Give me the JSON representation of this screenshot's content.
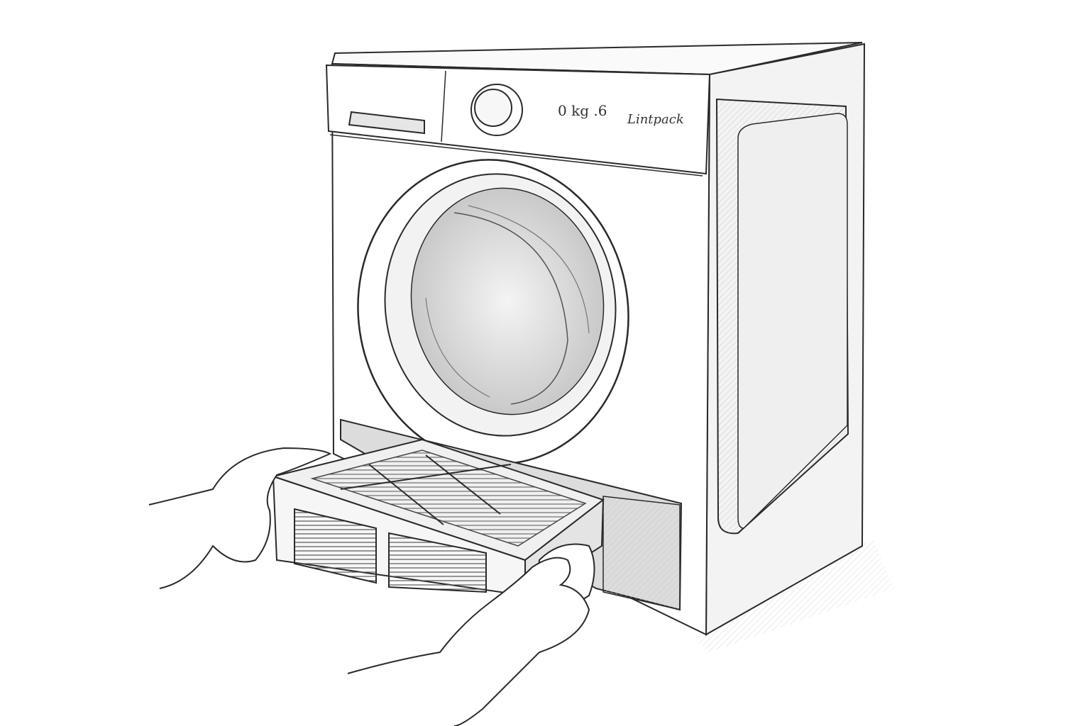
{
  "scene": {
    "description": "Pencil sketch of a front-loading tumble dryer with hands pulling out a lint filter drawer from the bottom",
    "style": "pencil-sketch"
  },
  "control_panel": {
    "display_text": "0 kg .6",
    "brand_text": "Lintpack"
  },
  "colors": {
    "background": "#ffffff",
    "line": "#2a2a2a",
    "shade": "#d8d8d8",
    "light_shade": "#eeeeee"
  }
}
